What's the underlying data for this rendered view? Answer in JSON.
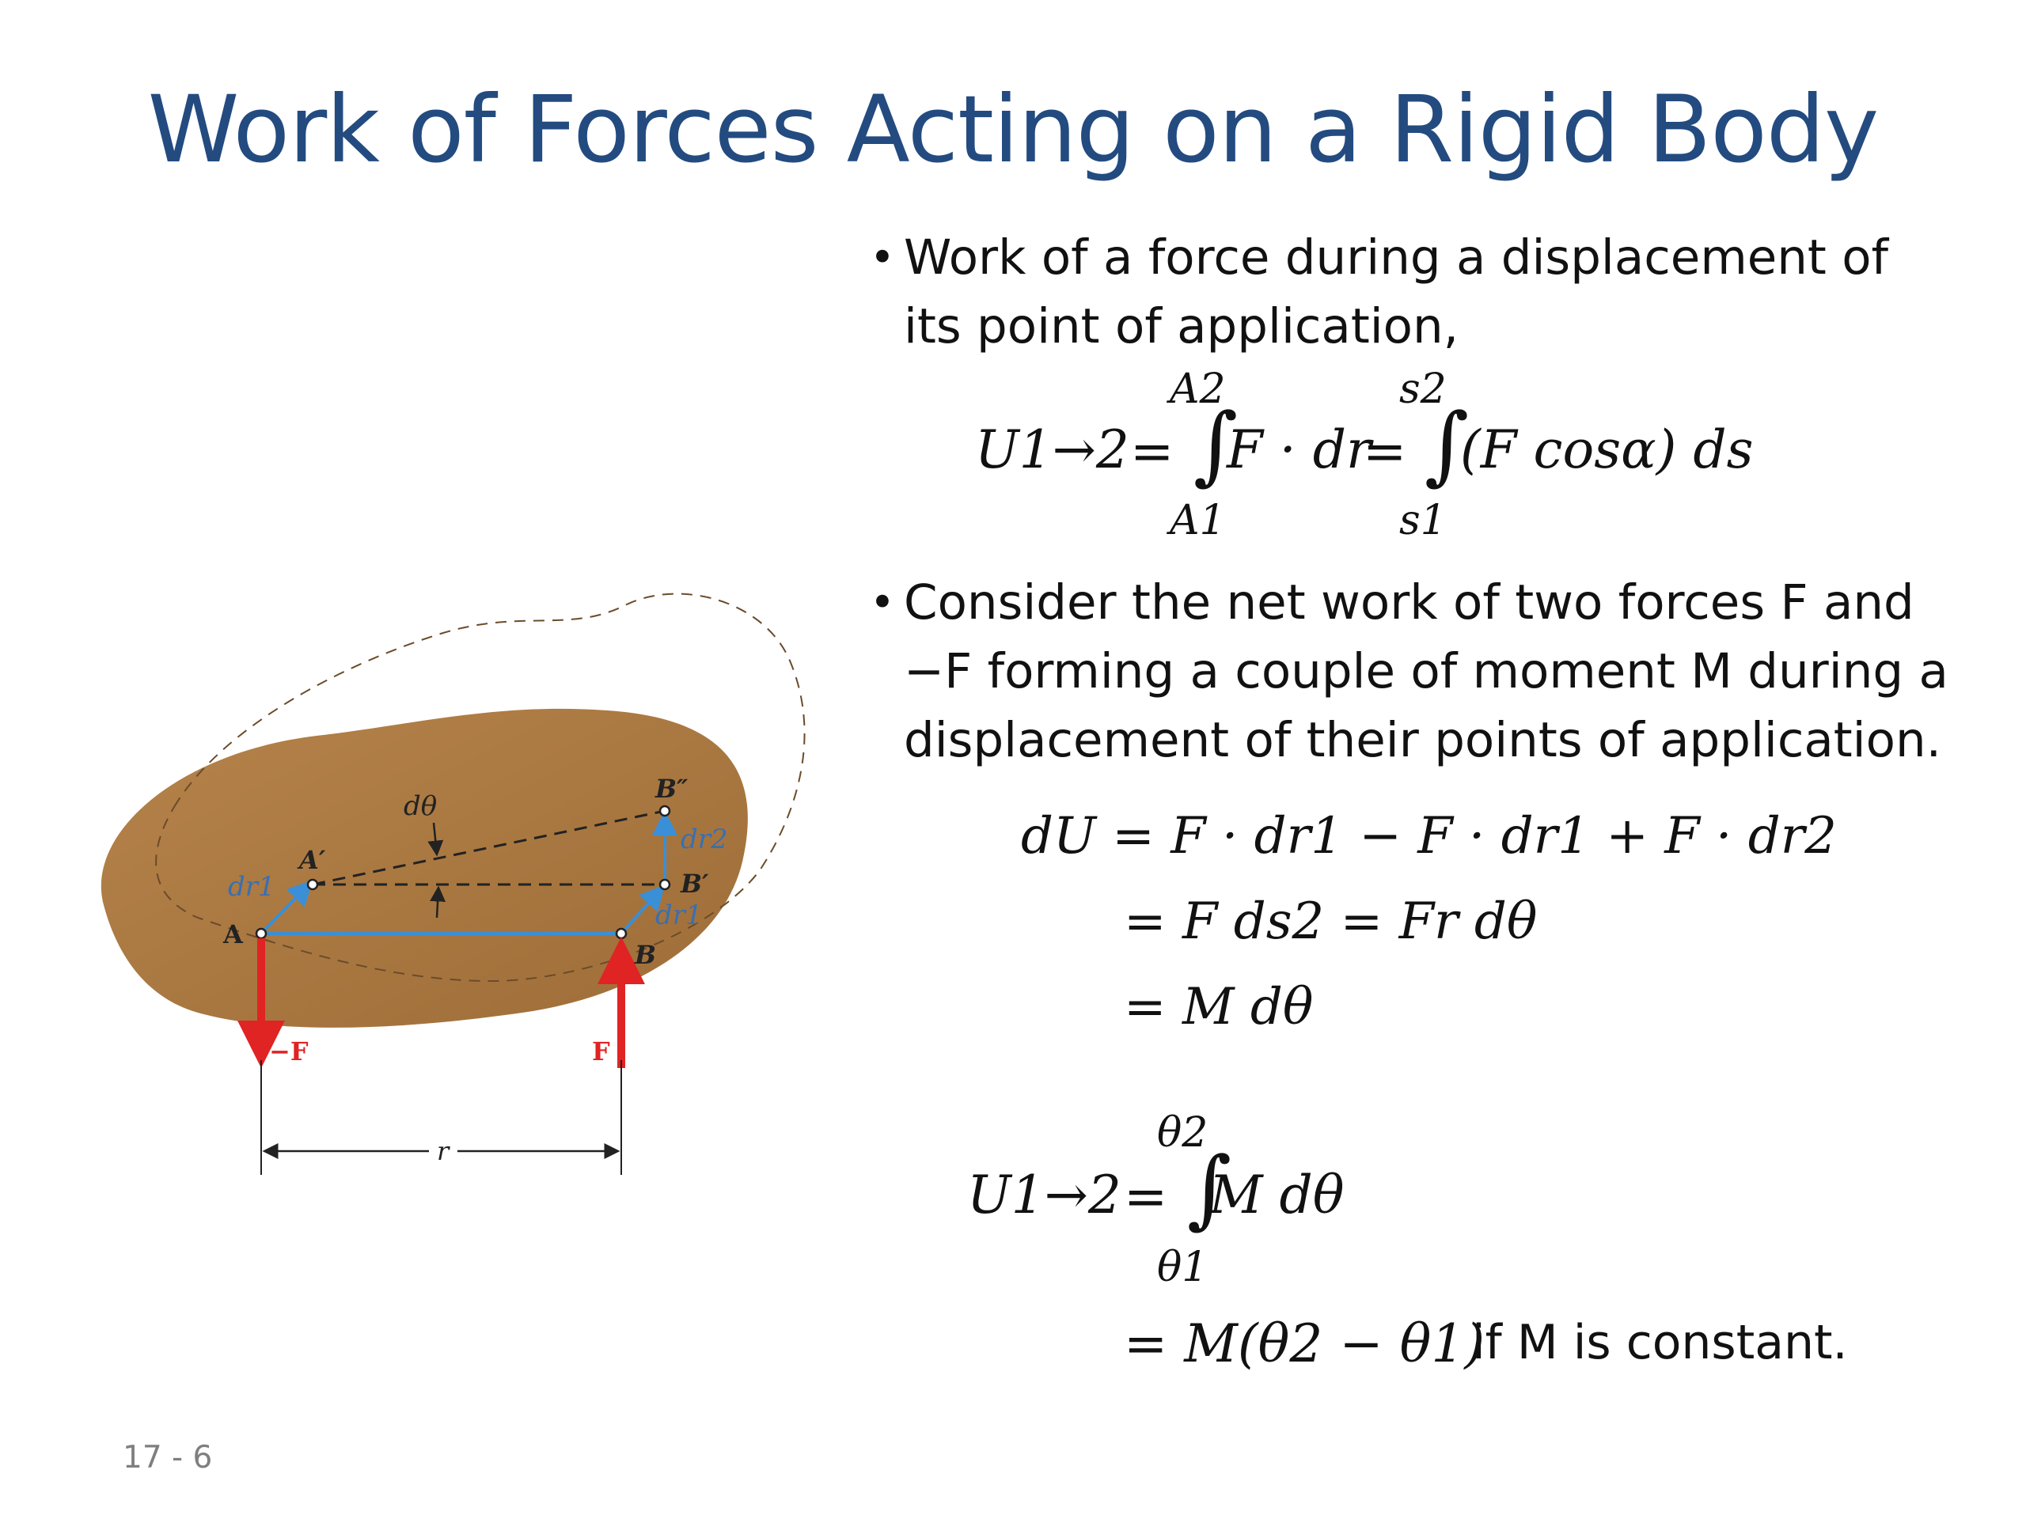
{
  "slide": {
    "title": "Work of Forces Acting on a Rigid Body",
    "page_number": "17 - 6"
  },
  "bullets": [
    {
      "text": "Work of a force during a displacement of its point of application,"
    },
    {
      "text": "Consider the net work of two forces F and −F forming a couple of moment M during a displacement of their points of application."
    }
  ],
  "equations": {
    "work_integral": {
      "lhs": "U1→2",
      "upper_limit_1": "A2",
      "lower_limit_1": "A1",
      "integrand_1": "F · dr",
      "upper_limit_2": "s2",
      "lower_limit_2": "s1",
      "integrand_2": "(F cosα) ds"
    },
    "couple_work": {
      "line1": "dU = F · dr1 − F · dr1 + F · dr2",
      "line2": "= F ds2 = Fr dθ",
      "line3": "= M dθ"
    },
    "couple_integral": {
      "lhs": "U1→2",
      "upper_limit": "θ2",
      "lower_limit": "θ1",
      "integrand": "M dθ",
      "result": "= M(θ2 − θ1)",
      "note": "if M is constant."
    }
  },
  "figure": {
    "body_color": "#b07f45",
    "vector_color": "#3a8fd6",
    "force_color": "#e02323",
    "labels": {
      "point_a": "A",
      "point_a_prime": "A′",
      "point_b": "B",
      "point_b_prime": "B′",
      "point_b_double_prime": "B″",
      "dtheta": "dθ",
      "dr1_left": "dr1",
      "dr1_right": "dr1",
      "dr2": "dr2",
      "force_neg": "−F",
      "force_pos": "F",
      "distance": "r"
    }
  }
}
